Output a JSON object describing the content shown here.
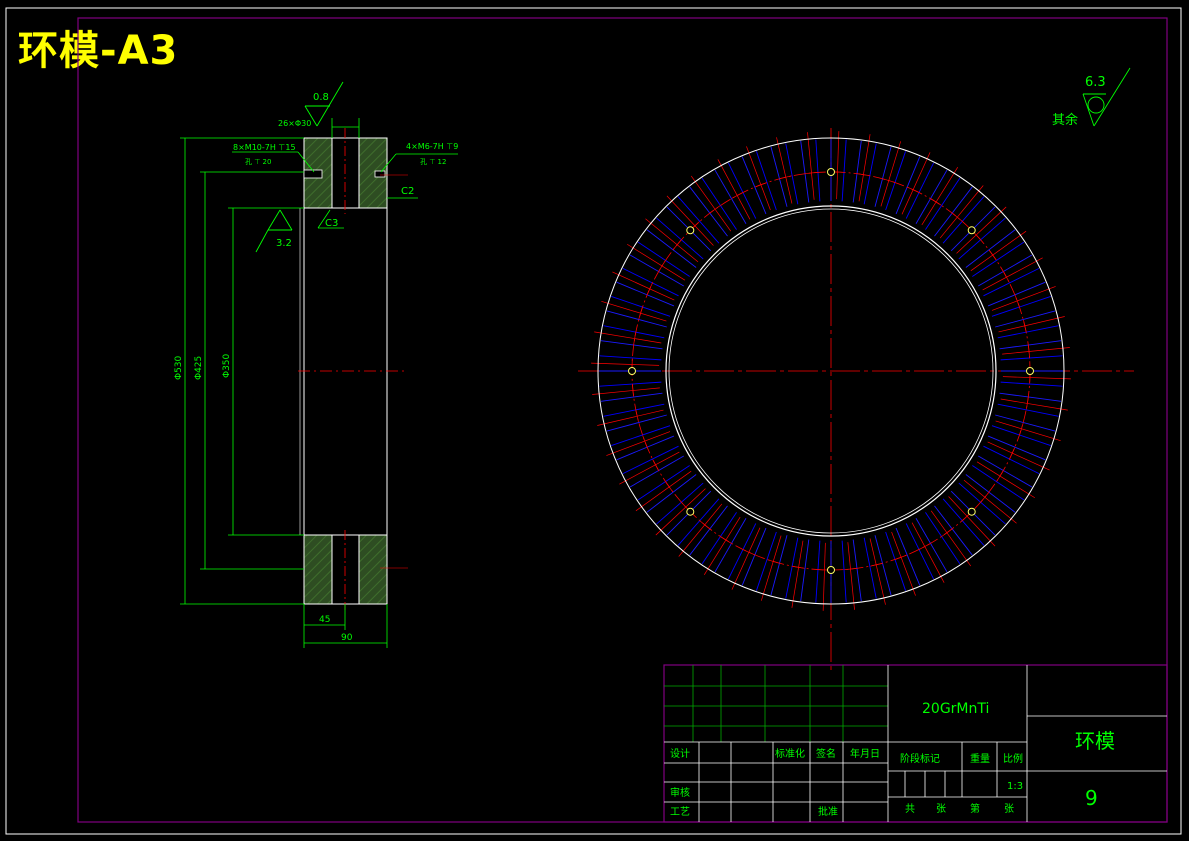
{
  "drawing": {
    "title": "环模-A3",
    "roughness_general": {
      "value": "6.3",
      "label": "其余"
    },
    "section_view": {
      "roughness_top": "0.8",
      "roughness_bore": "3.2",
      "dim_holes_top": "26×Φ30",
      "note_left_thread": "8×M10-7H ⊤15",
      "note_left_thread_sub": "孔 ⊤ 20",
      "note_right_thread": "4×M6-7H ⊤9",
      "note_right_thread_sub": "孔 ⊤ 12",
      "chamfer_outer": "C2",
      "chamfer_inner": "C3",
      "dia_outer": "Φ530",
      "dia_middle": "Φ425",
      "dia_inner": "Φ350",
      "width_half": "45",
      "width_total": "90"
    },
    "title_block": {
      "material": "20GrMnTi",
      "part_name": "环模",
      "drawing_number": "9",
      "scale": "1:3",
      "labels": {
        "design": "设计",
        "standardize": "标准化",
        "signature": "签名",
        "date": "年月日",
        "stage_mark": "阶段标记",
        "weight": "重量",
        "scale": "比例",
        "review": "审核",
        "process": "工艺",
        "approve": "批准",
        "total": "共",
        "sheet_count": "张",
        "nth": "第",
        "sheet": "张"
      }
    },
    "colors": {
      "background": "#000000",
      "outline": "#ffffff",
      "dimension": "#00ff00",
      "centerline": "#ff0000",
      "hidden": "#0000ff",
      "frame": "#800080",
      "title": "#ffff00",
      "hatch_fill": "#2e4d22"
    }
  }
}
